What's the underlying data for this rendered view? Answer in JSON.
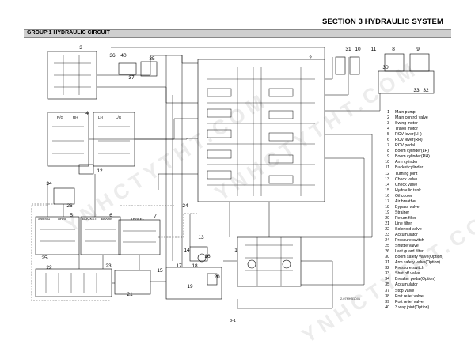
{
  "header": {
    "section_title": "SECTION  3  HYDRAULIC SYSTEM",
    "group_title": "GROUP  1  HYDRAULIC CIRCUIT"
  },
  "legend": {
    "items": [
      {
        "num": "1",
        "label": "Main pump"
      },
      {
        "num": "2",
        "label": "Main control valve"
      },
      {
        "num": "3",
        "label": "Swing motor"
      },
      {
        "num": "4",
        "label": "Travel motor"
      },
      {
        "num": "5",
        "label": "RCV lever(LH)"
      },
      {
        "num": "6",
        "label": "RCV lever(RH)"
      },
      {
        "num": "7",
        "label": "RCV pedal"
      },
      {
        "num": "8",
        "label": "Boom cylinder(LH)"
      },
      {
        "num": "9",
        "label": "Boom cylinder(RH)"
      },
      {
        "num": "10",
        "label": "Arm cylinder"
      },
      {
        "num": "11",
        "label": "Bucket cylinder"
      },
      {
        "num": "12",
        "label": "Turning joint"
      },
      {
        "num": "13",
        "label": "Check valve"
      },
      {
        "num": "14",
        "label": "Check valve"
      },
      {
        "num": "15",
        "label": "Hydraulic tank"
      },
      {
        "num": "16",
        "label": "Oil cooler"
      },
      {
        "num": "17",
        "label": "Air breather"
      },
      {
        "num": "18",
        "label": "Bypass valve"
      },
      {
        "num": "19",
        "label": "Strainer"
      },
      {
        "num": "20",
        "label": "Return filter"
      },
      {
        "num": "21",
        "label": "Line filter"
      },
      {
        "num": "22",
        "label": "Solenoid valve"
      },
      {
        "num": "23",
        "label": "Accumulator"
      },
      {
        "num": "24",
        "label": "Pressure switch"
      },
      {
        "num": "25",
        "label": "Shuttle valve"
      },
      {
        "num": "26",
        "label": "Last guard filter"
      },
      {
        "num": "30",
        "label": "Boom safety valve(Option)"
      },
      {
        "num": "31",
        "label": "Arm safety valve(Option)"
      },
      {
        "num": "32",
        "label": "Pressure switch"
      },
      {
        "num": "33",
        "label": "Shut off valve"
      },
      {
        "num": "34",
        "label": "Breaker pedal(Option)"
      },
      {
        "num": "35",
        "label": "Accumulator"
      },
      {
        "num": "37",
        "label": "Stop valve"
      },
      {
        "num": "38",
        "label": "Port relief valve"
      },
      {
        "num": "39",
        "label": "Port relief valve"
      },
      {
        "num": "40",
        "label": "3 way joint(Option)"
      }
    ]
  },
  "diagram": {
    "callouts": {
      "c1": "1",
      "c2": "2",
      "c3": "3",
      "c4": "4",
      "c5": "5",
      "c6": "6",
      "c7": "7",
      "c8": "8",
      "c9": "9",
      "c10": "10",
      "c11": "11",
      "c12": "12",
      "c13": "13",
      "c14": "14",
      "c15": "15",
      "c16": "16",
      "c17": "17",
      "c18": "18",
      "c19": "19",
      "c20": "20",
      "c21": "21",
      "c22": "22",
      "c23": "23",
      "c24": "24",
      "c25": "25",
      "c26": "26",
      "c30": "30",
      "c31": "31",
      "c32": "32",
      "c33": "33",
      "c34": "34",
      "c35": "35",
      "c36": "36",
      "c37": "37",
      "c40": "40"
    },
    "labels": {
      "rh": "RH",
      "lh": "LH",
      "rg": "R/G",
      "lg": "L/G",
      "swing": "SWING",
      "arm": "ARM",
      "bucket": "BUCKET",
      "boom": "BOOM",
      "travel": "TRAVEL"
    }
  },
  "footer": {
    "page_number": "3-1",
    "drawing_code": "2-07MHB1D01"
  },
  "watermark": "YNHCTYTHT.COM"
}
